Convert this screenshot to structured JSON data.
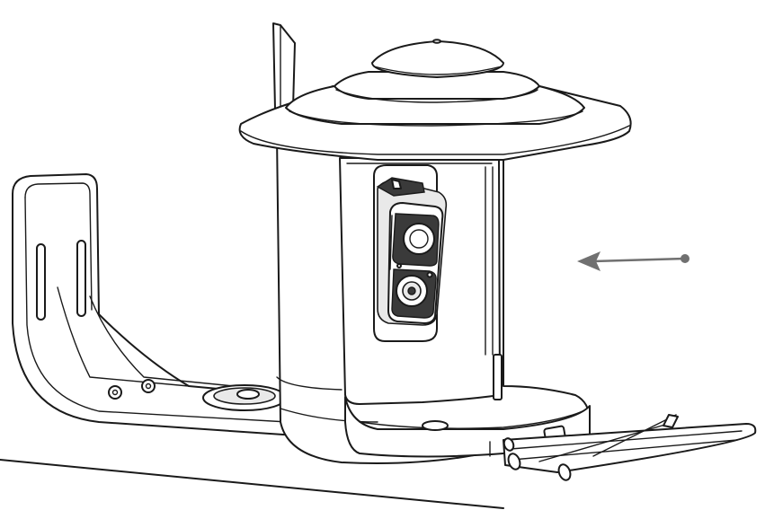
{
  "illustration": {
    "subject": "bird-feeder-with-camera",
    "parts": [
      "mounting-bracket",
      "roof",
      "feeder-body",
      "camera-module",
      "perch-rails",
      "mounting-surface"
    ],
    "indicator": {
      "icon": "arrow-left-icon",
      "color": "#707070"
    },
    "line_color": "#1a1a1a",
    "background_color": "#ffffff"
  }
}
